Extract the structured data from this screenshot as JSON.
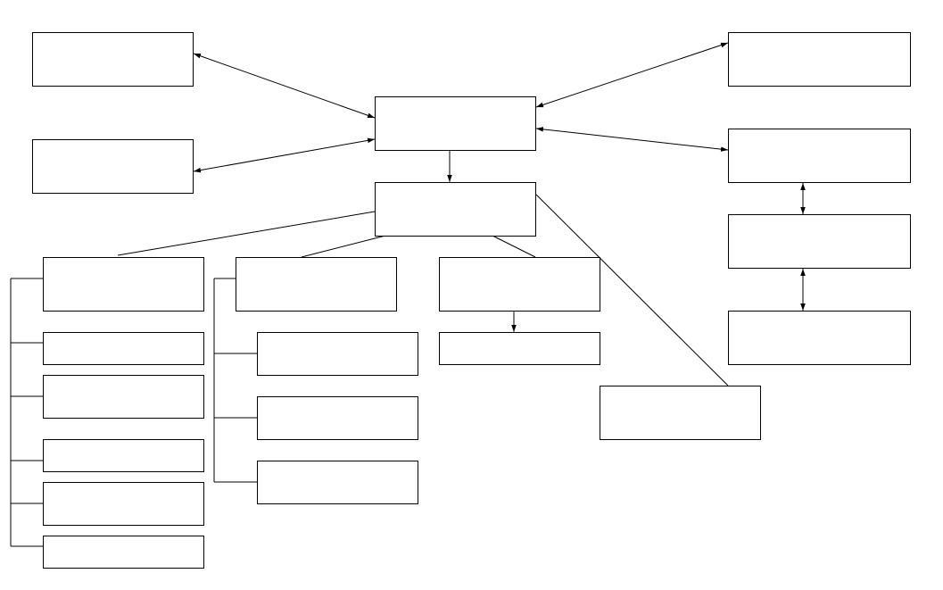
{
  "diagram": {
    "type": "organizational-flow-diagram",
    "colors": {
      "background": "#ffffff",
      "stroke": "#000000",
      "box_fill": "#ffffff"
    },
    "nodes": [
      {
        "id": "central-hub",
        "label": ""
      },
      {
        "id": "main-child",
        "label": ""
      },
      {
        "id": "top-left-box",
        "label": ""
      },
      {
        "id": "mid-left-box",
        "label": ""
      },
      {
        "id": "top-right-box",
        "label": ""
      },
      {
        "id": "right-box-1",
        "label": ""
      },
      {
        "id": "right-box-2",
        "label": ""
      },
      {
        "id": "right-box-3",
        "label": ""
      },
      {
        "id": "branch-a-head",
        "label": ""
      },
      {
        "id": "branch-a-item-1",
        "label": ""
      },
      {
        "id": "branch-a-item-2",
        "label": ""
      },
      {
        "id": "branch-a-item-3",
        "label": ""
      },
      {
        "id": "branch-a-item-4",
        "label": ""
      },
      {
        "id": "branch-a-item-5",
        "label": ""
      },
      {
        "id": "branch-b-head",
        "label": ""
      },
      {
        "id": "branch-b-item-1",
        "label": ""
      },
      {
        "id": "branch-b-item-2",
        "label": ""
      },
      {
        "id": "branch-b-item-3",
        "label": ""
      },
      {
        "id": "branch-c-head",
        "label": ""
      },
      {
        "id": "branch-c-item-1",
        "label": ""
      },
      {
        "id": "far-branch-box",
        "label": ""
      }
    ],
    "edges": [
      {
        "from": "central-hub",
        "to": "top-left-box",
        "style": "double-arrow"
      },
      {
        "from": "central-hub",
        "to": "mid-left-box",
        "style": "double-arrow"
      },
      {
        "from": "central-hub",
        "to": "top-right-box",
        "style": "double-arrow"
      },
      {
        "from": "central-hub",
        "to": "right-box-1",
        "style": "double-arrow"
      },
      {
        "from": "right-box-1",
        "to": "right-box-2",
        "style": "double-arrow"
      },
      {
        "from": "right-box-2",
        "to": "right-box-3",
        "style": "double-arrow"
      },
      {
        "from": "central-hub",
        "to": "main-child",
        "style": "arrow"
      },
      {
        "from": "main-child",
        "to": "branch-a-head",
        "style": "line"
      },
      {
        "from": "main-child",
        "to": "branch-b-head",
        "style": "line"
      },
      {
        "from": "main-child",
        "to": "branch-c-head",
        "style": "line"
      },
      {
        "from": "main-child",
        "to": "far-branch-box",
        "style": "line"
      },
      {
        "from": "branch-c-head",
        "to": "branch-c-item-1",
        "style": "arrow"
      },
      {
        "from": "branch-a-head",
        "to": "branch-a-items",
        "style": "bracket"
      },
      {
        "from": "branch-b-head",
        "to": "branch-b-items",
        "style": "bracket"
      }
    ]
  }
}
